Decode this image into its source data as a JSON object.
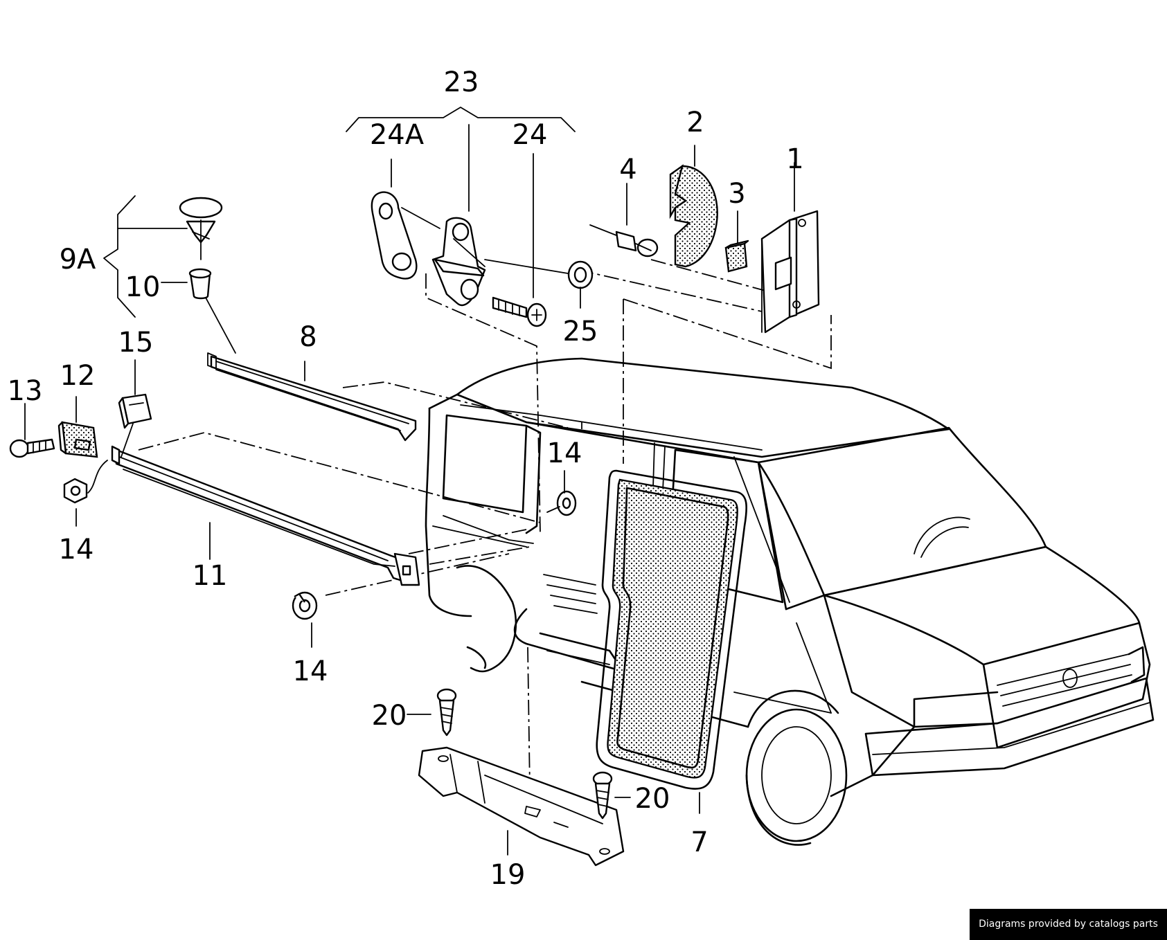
{
  "callouts": {
    "c1": "1",
    "c2": "2",
    "c3": "3",
    "c4": "4",
    "c7": "7",
    "c8": "8",
    "c9a": "9A",
    "c10": "10",
    "c11": "11",
    "c12": "12",
    "c13": "13",
    "c14a": "14",
    "c14b": "14",
    "c14c": "14",
    "c15": "15",
    "c19": "19",
    "c20a": "20",
    "c20b": "20",
    "c23": "23",
    "c24": "24",
    "c24a": "24A",
    "c25": "25"
  },
  "credit_text": "Diagrams provided by catalogs parts",
  "colors": {
    "ink": "#000000",
    "paper": "#ffffff"
  }
}
